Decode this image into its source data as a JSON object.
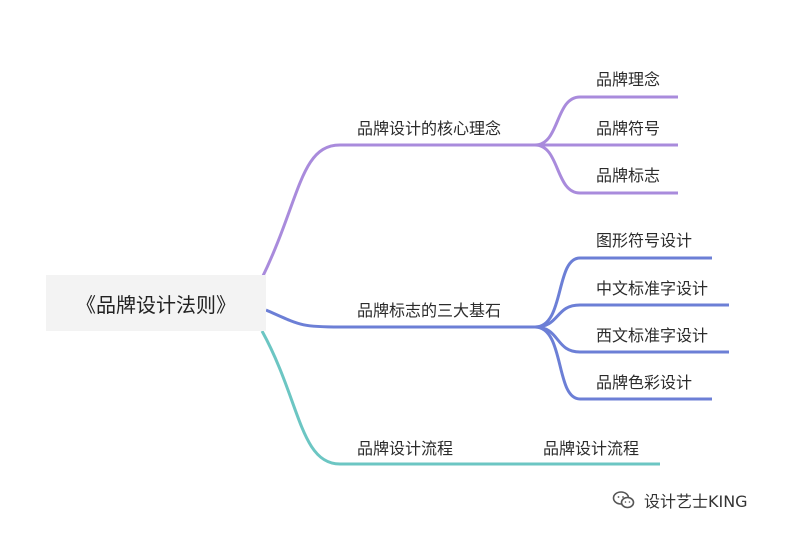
{
  "root": {
    "label": "《品牌设计法则》"
  },
  "branches": [
    {
      "label": "品牌设计的核心理念",
      "color": "#a98bdc",
      "children": [
        "品牌理念",
        "品牌符号",
        "品牌标志"
      ]
    },
    {
      "label": "品牌标志的三大基石",
      "color": "#6c7fd6",
      "children": [
        "图形符号设计",
        "中文标准字设计",
        "西文标准字设计",
        "品牌色彩设计"
      ]
    },
    {
      "label": "品牌设计流程",
      "color": "#6cc6c3",
      "children": [
        "品牌设计流程"
      ]
    }
  ],
  "watermark": {
    "text": "设计艺士KING",
    "icon": "wechat-icon"
  }
}
